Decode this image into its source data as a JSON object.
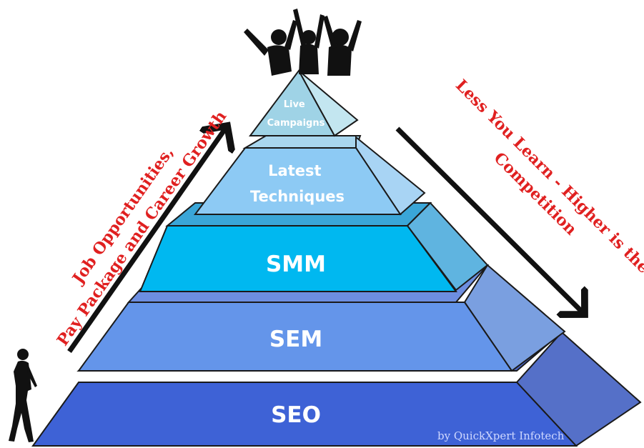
{
  "tiers": [
    {
      "label_lines": [
        "Live",
        "Campaigns"
      ],
      "front": "#9fd3e6",
      "side": "#c3e6f0"
    },
    {
      "label_lines": [
        "Latest",
        "Techniques"
      ],
      "front": "#8dcaf4",
      "side": "#a8d4f4"
    },
    {
      "label_lines": [
        "SMM"
      ],
      "front": "#00b8f0",
      "side": "#5fb4e0"
    },
    {
      "label_lines": [
        "SEM"
      ],
      "front": "#6495ea",
      "side": "#7a9fe0"
    },
    {
      "label_lines": [
        "SEO"
      ],
      "front": "#3e62d6",
      "side": "#5570c8"
    }
  ],
  "left_text": [
    "Job Opportunities,",
    "Pay Package and Career Growth"
  ],
  "right_text": [
    "Less You Learn - Higher is the",
    "Competition"
  ],
  "credit": "by QuickXpert Infotech",
  "colors": {
    "outline": "#1a1a1a",
    "accent_red": "#e02020",
    "arrow": "#111111"
  }
}
